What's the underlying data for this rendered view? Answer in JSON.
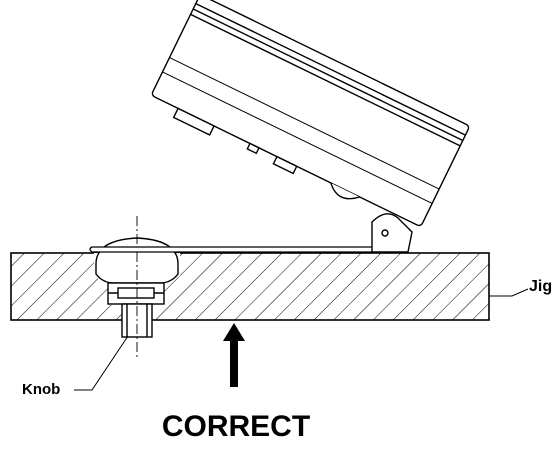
{
  "labels": {
    "jig": "Jig",
    "knob": "Knob",
    "caption": "CORRECT"
  },
  "colors": {
    "ink": "#000000",
    "paper": "#ffffff"
  },
  "icons": [
    "up-arrow-icon"
  ]
}
